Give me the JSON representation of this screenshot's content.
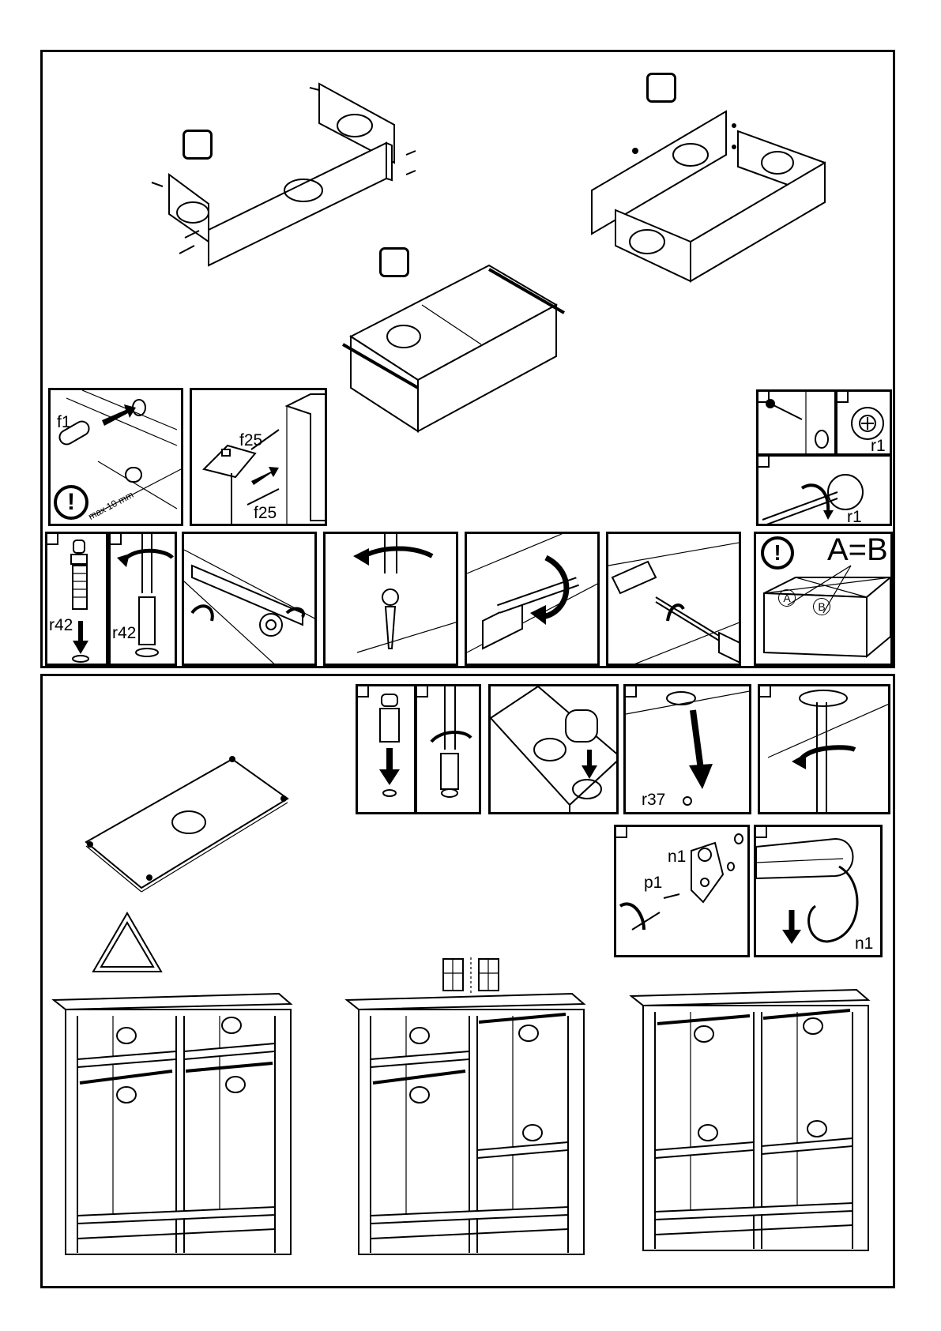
{
  "parts": {
    "f1": "f1",
    "f25_top": "f25",
    "f25_bottom": "f25",
    "r1_top": "r1",
    "r1_bottom": "r1",
    "r42_left": "r42",
    "r42_right": "r42",
    "r37": "r37",
    "n1_top": "n1",
    "n1_bottom": "n1",
    "p1": "p1"
  },
  "notes": {
    "max_depth": "max 10 mm",
    "equal_diagonals": "A=B",
    "diag_a": "A",
    "diag_b": "B"
  },
  "icons": {
    "attention": "exclamation-icon",
    "warning": "warning-triangle-icon"
  }
}
